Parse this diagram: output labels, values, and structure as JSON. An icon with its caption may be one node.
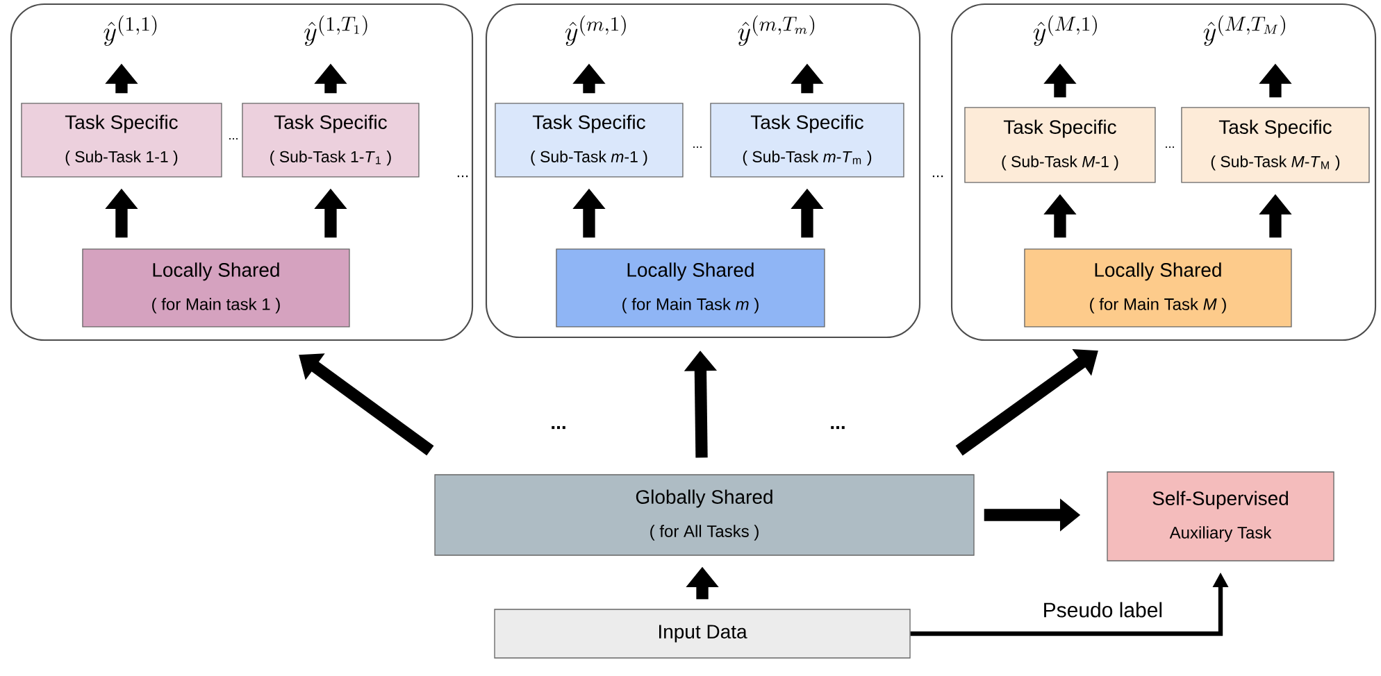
{
  "diagram": {
    "nodes": [
      {
        "text": [],
        "shape": "box"
      },
      {
        "text": [
          "\\hat{y}^{(1,1)}"
        ],
        "in": 0
      },
      {
        "text": [
          "\\hat{y}^{(1,T_1)}"
        ],
        "in": 0
      },
      {
        "text": [
          "Task Specific",
          "( Sub-Task 1-1 )"
        ],
        "in": 0
      },
      {
        "text": [
          "Task Specific",
          "( Sub-Task 1-*T*$_{1}$ )"
        ],
        "in": 0
      },
      {
        "text": [
          "Locally Shared",
          "( for Main task 1 )"
        ],
        "in": 0
      },
      {
        "text": [],
        "shape": "box"
      },
      {
        "text": [
          "\\hat{y}^{(m,1)}"
        ],
        "in": 6
      },
      {
        "text": [
          "\\hat{y}^{(m,T_m)}"
        ],
        "in": 6
      },
      {
        "text": [
          "Task Specific",
          "( Sub-Task *m*-1 )"
        ],
        "in": 6
      },
      {
        "text": [
          "Task Specific",
          "( Sub-Task *m*-*T*$_{m}$ )"
        ],
        "in": 6
      },
      {
        "text": [
          "Locally Shared",
          "( for Main Task *m* )"
        ],
        "in": 6
      },
      {
        "text": [],
        "shape": "box"
      },
      {
        "text": [
          "\\hat{y}^{(M,1)}"
        ],
        "in": 12
      },
      {
        "text": [
          "\\hat{y}^{(M,T_M)}"
        ],
        "in": 12
      },
      {
        "text": [
          "Task Specific",
          "( Sub-Task *M*-1 )"
        ],
        "in": 12
      },
      {
        "text": [
          "Task Specific",
          "( Sub-Task *M*-*T*$_{M}$ )"
        ],
        "in": 12
      },
      {
        "text": [
          "Locally Shared",
          "( for Main Task *M* )"
        ],
        "in": 12
      },
      {
        "text": [
          "Globally Shared",
          "( for All Tasks )"
        ]
      },
      {
        "text": [
          "Self-Supervised",
          "Auxiliary Task"
        ]
      },
      {
        "text": [
          "Input Data"
        ]
      }
    ],
    "edges": [
      {
        "from": 3,
        "to": 1,
        "arrow": "to"
      },
      {
        "from": 4,
        "to": 2,
        "arrow": "to"
      },
      {
        "from": 5,
        "to": 3,
        "arrow": "to"
      },
      {
        "from": 5,
        "to": 4,
        "arrow": "to"
      },
      {
        "from": 9,
        "to": 7,
        "arrow": "to"
      },
      {
        "from": 10,
        "to": 8,
        "arrow": "to"
      },
      {
        "from": 11,
        "to": 9,
        "arrow": "to"
      },
      {
        "from": 11,
        "to": 10,
        "arrow": "to"
      },
      {
        "from": 15,
        "to": 13,
        "arrow": "to"
      },
      {
        "from": 16,
        "to": 14,
        "arrow": "to"
      },
      {
        "from": 17,
        "to": 15,
        "arrow": "to"
      },
      {
        "from": 17,
        "to": 16,
        "arrow": "to"
      },
      {
        "from": 18,
        "to": 0,
        "arrow": "to"
      },
      {
        "from": 18,
        "to": 6,
        "arrow": "to"
      },
      {
        "from": 18,
        "to": 12,
        "arrow": "to"
      },
      {
        "from": 18,
        "to": 19,
        "arrow": "to"
      },
      {
        "from": 20,
        "to": 18,
        "arrow": "to"
      },
      {
        "from": 20,
        "to": 19,
        "arrow": "to",
        "label": "Pseudo label"
      }
    ],
    "labels": [
      "...",
      "...",
      "...",
      "...",
      "...",
      "...",
      "..."
    ]
  }
}
